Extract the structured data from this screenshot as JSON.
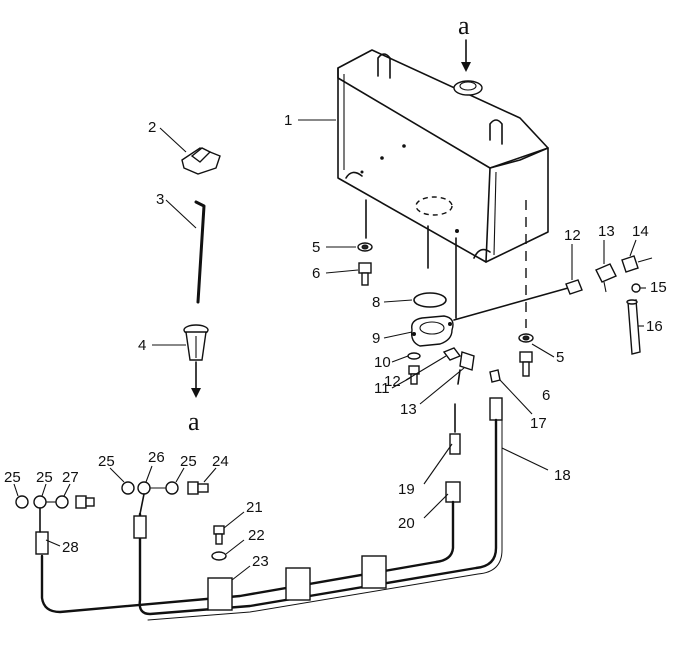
{
  "callouts": {
    "n1": "1",
    "n2": "2",
    "n3": "3",
    "n4": "4",
    "n5a": "5",
    "n5b": "5",
    "n6a": "6",
    "n6b": "6",
    "n8": "8",
    "n9": "9",
    "n10": "10",
    "n11": "11",
    "n12a": "12",
    "n12b": "12",
    "n13a": "13",
    "n13b": "13",
    "n14": "14",
    "n15": "15",
    "n16": "16",
    "n17": "17",
    "n18": "18",
    "n19": "19",
    "n20": "20",
    "n21": "21",
    "n22": "22",
    "n23": "23",
    "n24": "24",
    "n25a": "25",
    "n25b": "25",
    "n25c": "25",
    "n25d": "25",
    "n26": "26",
    "n27": "27",
    "n28": "28"
  },
  "references": {
    "a_top": "a",
    "a_bottom": "a"
  }
}
